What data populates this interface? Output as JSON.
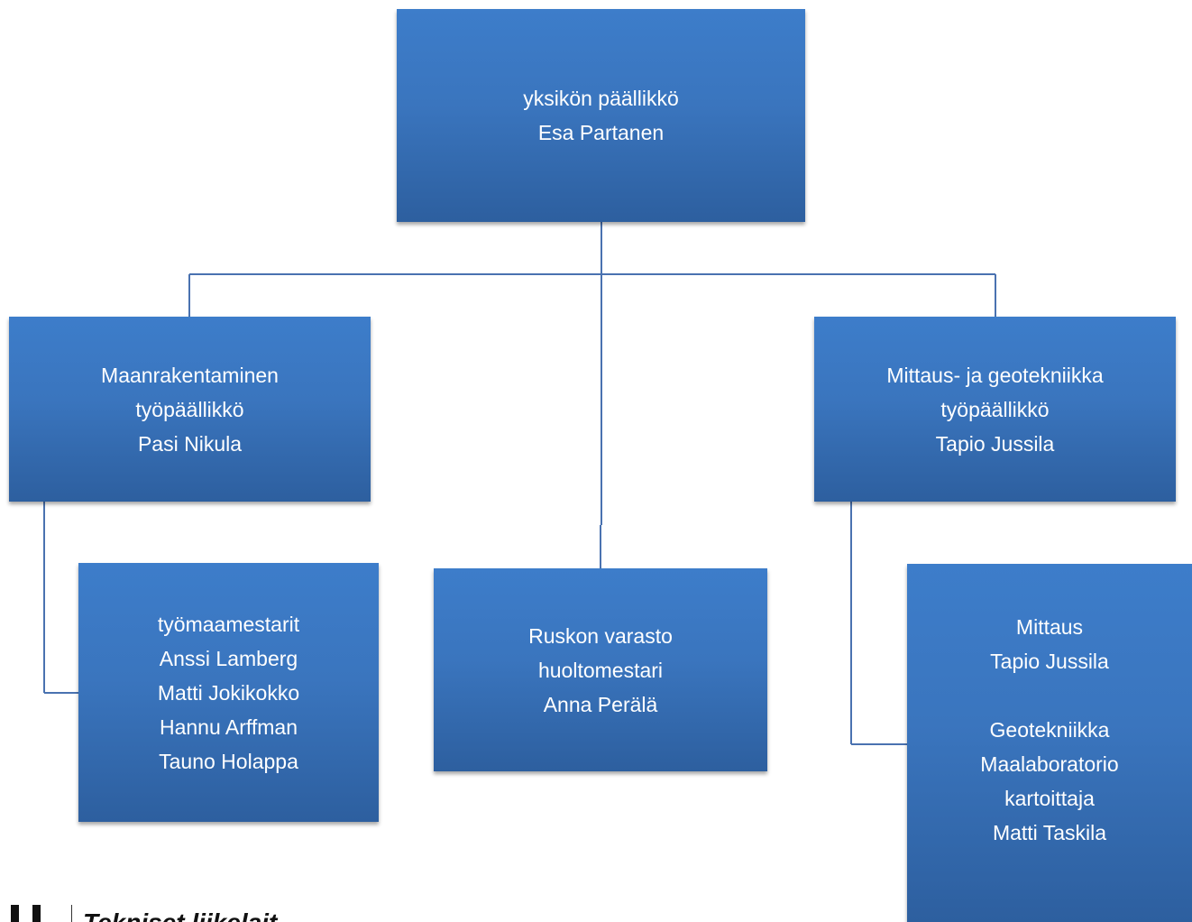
{
  "org_chart": {
    "root": {
      "lines": [
        "yksikön päällikkö",
        "Esa Partanen"
      ]
    },
    "left_unit": {
      "lines": [
        "Maanrakentaminen",
        "työpäällikkö",
        "Pasi Nikula"
      ]
    },
    "right_unit": {
      "lines": [
        "Mittaus- ja geotekniikka",
        "työpäällikkö",
        "Tapio Jussila"
      ]
    },
    "foremen": {
      "lines": [
        "työmaamestarit",
        "Anssi Lamberg",
        "Matti Jokikokko",
        "Hannu Arffman",
        "Tauno Holappa"
      ]
    },
    "depot": {
      "lines": [
        "Ruskon varasto",
        "huoltomestari",
        "Anna Perälä"
      ]
    },
    "survey": {
      "lines": [
        "Mittaus",
        "Tapio Jussila",
        "",
        "Geotekniikka",
        "Maalaboratorio",
        "kartoittaja",
        "Matti Taskila"
      ]
    }
  },
  "colors": {
    "box_top": "#3d7dca",
    "box_bottom": "#2d5f9f",
    "connector": "#4a72b0",
    "text": "#ffffff"
  },
  "footer": {
    "logo_text": "Tekniset liikelait"
  }
}
